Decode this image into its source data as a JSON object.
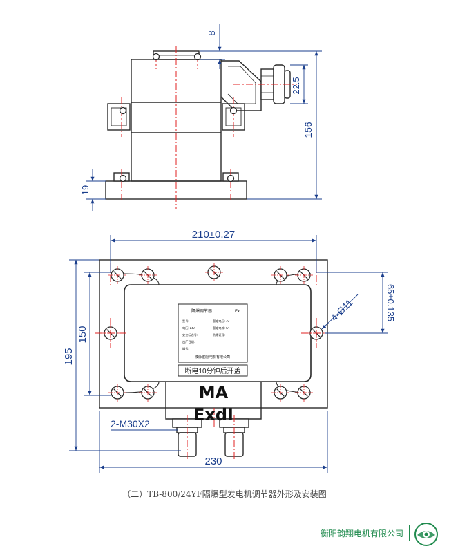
{
  "dimensions": {
    "top_height": "156",
    "top_bolt_gap": "8",
    "top_spout": "22.5",
    "top_base": "19",
    "width_holes": "210±0.27",
    "height_holes": "150",
    "height_total": "195",
    "width_total": "230",
    "side_spacing": "65±0.135",
    "holes": "4-Ø11",
    "glands": "2-M30X2"
  },
  "nameplate": {
    "title": "隔爆调节器",
    "marking": "Ex",
    "rows": [
      [
        "型号:",
        "额定电压: 4V"
      ],
      [
        "电压: 24V",
        "额定电流: 5A"
      ],
      [
        "安全标志号:",
        "防爆证号:"
      ],
      [
        "出厂日期:",
        ""
      ],
      [
        "编号:",
        ""
      ]
    ],
    "maker": "衡阳韵翔电机有限公司"
  },
  "warning": "断电10分钟后开盖",
  "marking_lines": [
    "MA",
    "ExdI"
  ],
  "caption": "（二）TB-800/24YF隔爆型发电机调节器外形及安装图",
  "company": "衡阳韵翔电机有限公司",
  "colors": {
    "outline": "#2a2a2a",
    "dimension": "#1a3e8c",
    "centerline": "#e02020",
    "brand": "#1f8a4d"
  }
}
